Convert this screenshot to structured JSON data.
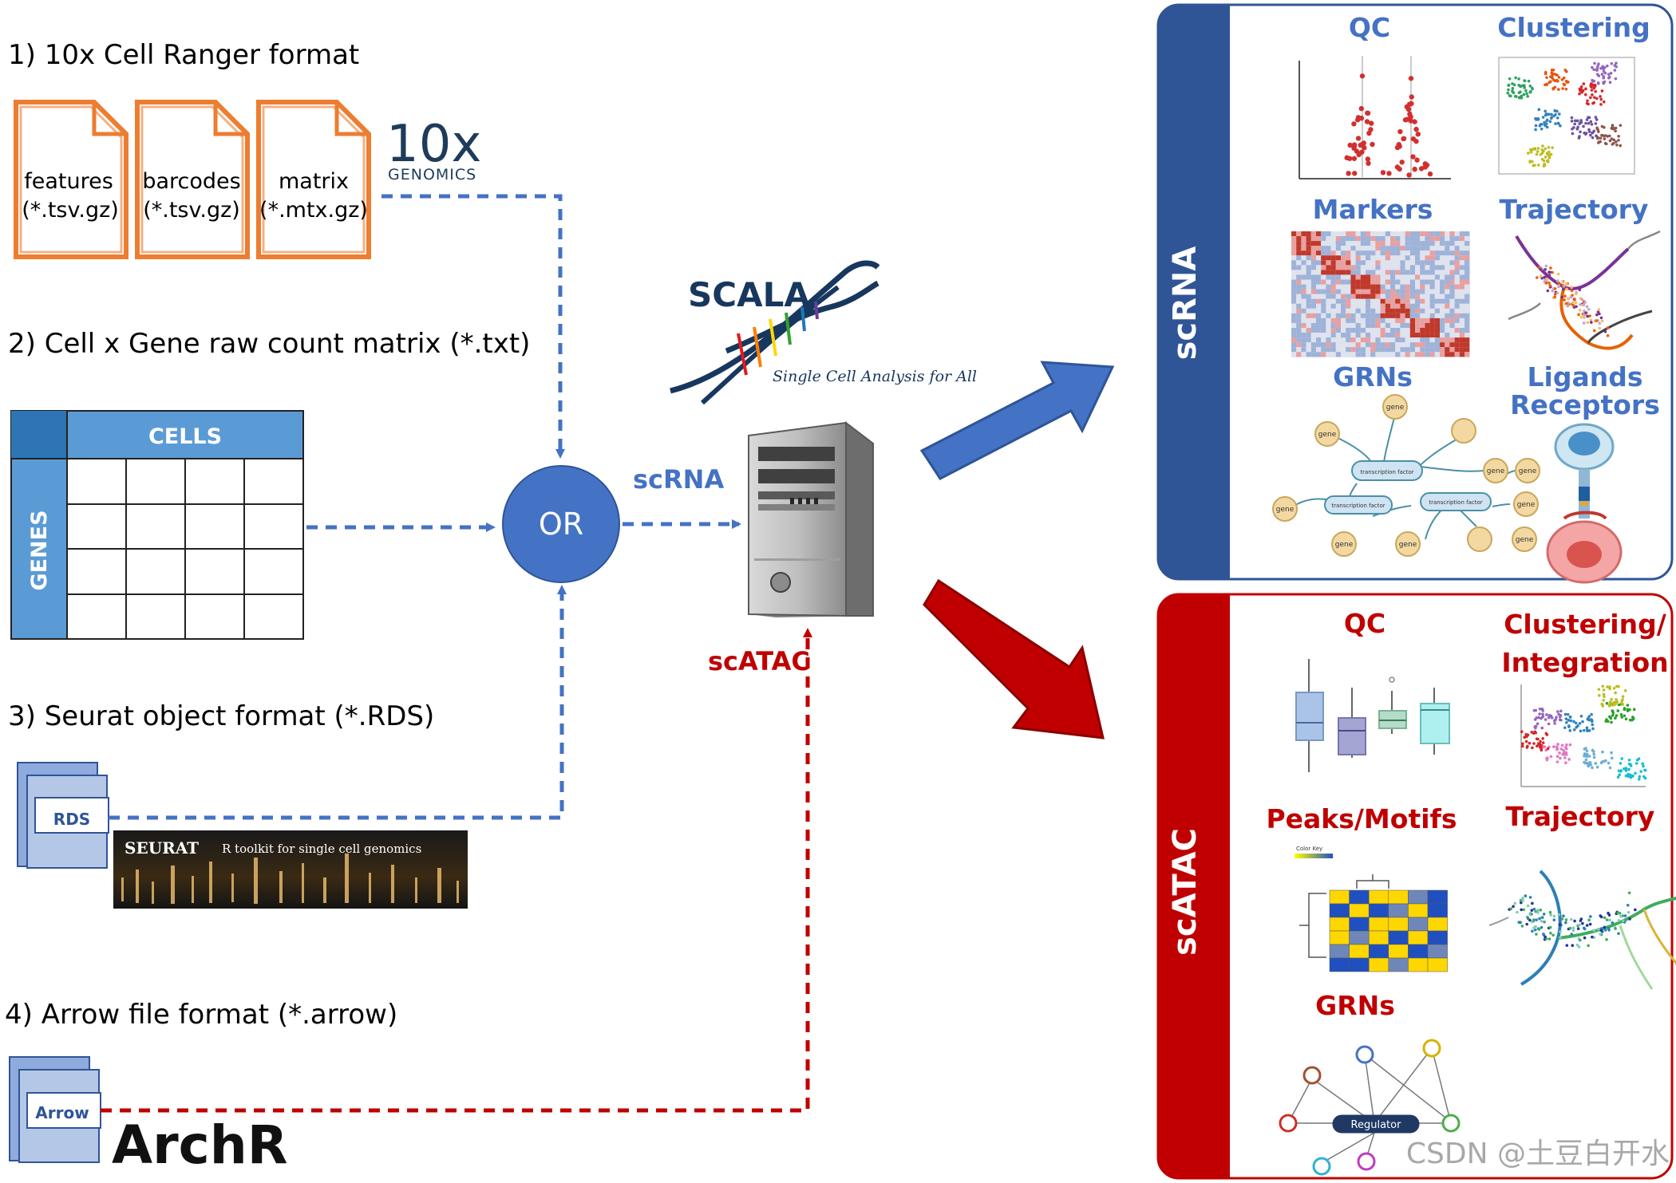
{
  "inputs": {
    "format1": {
      "title": "1) 10x Cell Ranger format",
      "files": [
        {
          "name": "features",
          "ext": "(*.tsv.gz)"
        },
        {
          "name": "barcodes",
          "ext": "(*.tsv.gz)"
        },
        {
          "name": "matrix",
          "ext": "(*.mtx.gz)"
        }
      ],
      "logo_main": "10x",
      "logo_sub": "GENOMICS"
    },
    "format2": {
      "title": "2) Cell x Gene raw count matrix (*.txt)",
      "col_header": "CELLS",
      "row_header": "GENES"
    },
    "format3": {
      "title": "3) Seurat object format (*.RDS)",
      "doc_label": "RDS",
      "banner_title": "SEURAT",
      "banner_sub": "R toolkit for single cell genomics"
    },
    "format4": {
      "title": "4) Arrow file format (*.arrow)",
      "doc_label": "Arrow",
      "logo": "ArchR"
    }
  },
  "center": {
    "or_label": "OR",
    "scrna_label": "scRNA",
    "scatac_label": "scATAC",
    "logo_title": "SCALA",
    "logo_tagline": "Single Cell Analysis for All"
  },
  "scrna_panel": {
    "side_label": "scRNA",
    "modules": [
      "QC",
      "Clustering",
      "Markers",
      "Trajectory",
      "GRNs",
      "Ligands",
      "Receptors"
    ],
    "grn_nodes": [
      "gene",
      "gene",
      "gene",
      "gene",
      "gene",
      "gene",
      "gene",
      "gene",
      "gene"
    ],
    "grn_tf": "transcription factor"
  },
  "scatac_panel": {
    "side_label": "scATAC",
    "modules": [
      "QC",
      "Clustering/",
      "Integration",
      "Peaks/Motifs",
      "Trajectory",
      "GRNs"
    ],
    "heatmap_key": "Color Key",
    "regulator": "Regulator"
  },
  "watermark": "CSDN @土豆白开水",
  "colors": {
    "blue": "#4472c4",
    "dark_blue": "#2f5597",
    "red": "#c00000",
    "orange": "#f4b183",
    "orange_border": "#ed7d31",
    "table_blue": "#5b9bd5",
    "doc_blue": "#8faadc"
  }
}
